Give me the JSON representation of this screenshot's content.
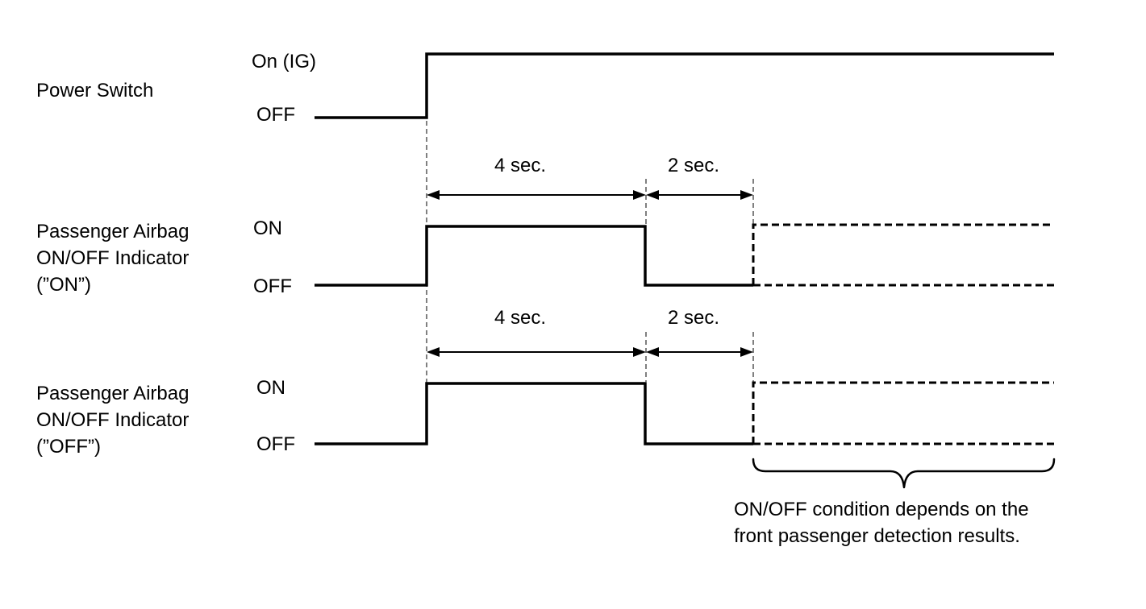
{
  "power_switch": {
    "label": "Power Switch",
    "level_high": "On (IG)",
    "level_low": "OFF"
  },
  "indicator_on": {
    "label_line1": "Passenger Airbag",
    "label_line2": "ON/OFF Indicator",
    "label_line3": "(”ON”)",
    "level_high": "ON",
    "level_low": "OFF",
    "interval_1": "4 sec.",
    "interval_2": "2 sec."
  },
  "indicator_off": {
    "label_line1": "Passenger Airbag",
    "label_line2": "ON/OFF Indicator",
    "label_line3": "(”OFF”)",
    "level_high": "ON",
    "level_low": "OFF",
    "interval_1": "4 sec.",
    "interval_2": "2 sec."
  },
  "note": {
    "line1": "ON/OFF condition depends on the",
    "line2": "front passenger detection results."
  }
}
